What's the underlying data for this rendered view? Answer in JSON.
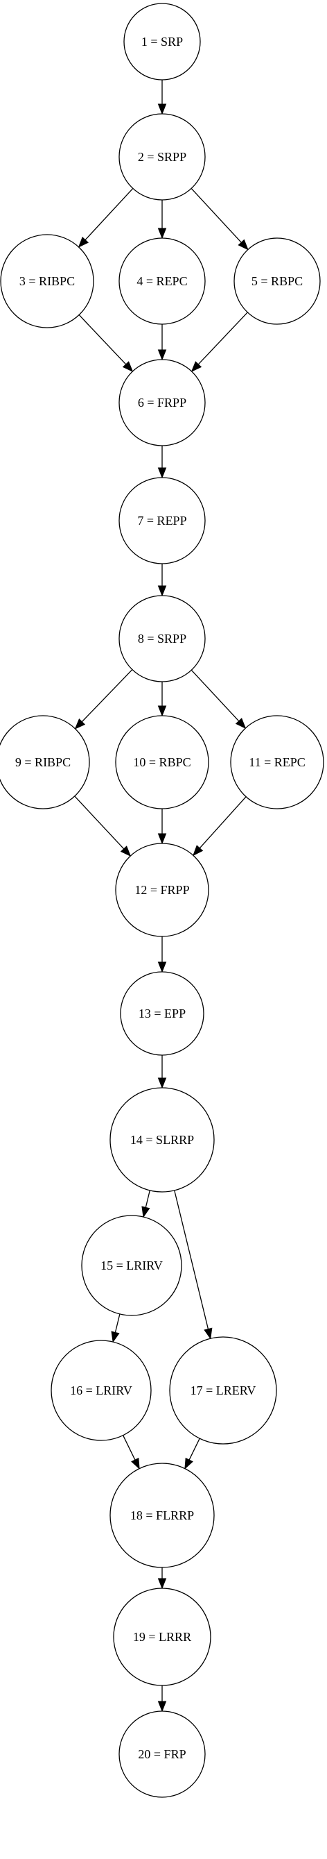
{
  "diagram": {
    "colors": {
      "stroke": "#000000",
      "fill": "#ffffff",
      "text": "#000000"
    },
    "nodes": [
      {
        "id": 1,
        "label": "1 = SRP"
      },
      {
        "id": 2,
        "label": "2 = SRPP"
      },
      {
        "id": 3,
        "label": "3 = RIBPC"
      },
      {
        "id": 4,
        "label": "4 = REPC"
      },
      {
        "id": 5,
        "label": "5 = RBPC"
      },
      {
        "id": 6,
        "label": "6 = FRPP"
      },
      {
        "id": 7,
        "label": "7 = REPP"
      },
      {
        "id": 8,
        "label": "8 = SRPP"
      },
      {
        "id": 9,
        "label": "9 = RIBPC"
      },
      {
        "id": 10,
        "label": "10 = RBPC"
      },
      {
        "id": 11,
        "label": "11 = REPC"
      },
      {
        "id": 12,
        "label": "12 = FRPP"
      },
      {
        "id": 13,
        "label": "13 = EPP"
      },
      {
        "id": 14,
        "label": "14 = SLRRP"
      },
      {
        "id": 15,
        "label": "15 = LRIRV"
      },
      {
        "id": 16,
        "label": "16 = LRIRV"
      },
      {
        "id": 17,
        "label": "17 = LRERV"
      },
      {
        "id": 18,
        "label": "18 = FLRRP"
      },
      {
        "id": 19,
        "label": "19 = LRRR"
      },
      {
        "id": 20,
        "label": "20 = FRP"
      }
    ],
    "edges": [
      {
        "from": 1,
        "to": 2
      },
      {
        "from": 2,
        "to": 3
      },
      {
        "from": 2,
        "to": 4
      },
      {
        "from": 2,
        "to": 5
      },
      {
        "from": 3,
        "to": 6
      },
      {
        "from": 4,
        "to": 6
      },
      {
        "from": 5,
        "to": 6
      },
      {
        "from": 6,
        "to": 7
      },
      {
        "from": 7,
        "to": 8
      },
      {
        "from": 8,
        "to": 9
      },
      {
        "from": 8,
        "to": 10
      },
      {
        "from": 8,
        "to": 11
      },
      {
        "from": 9,
        "to": 12
      },
      {
        "from": 10,
        "to": 12
      },
      {
        "from": 11,
        "to": 12
      },
      {
        "from": 12,
        "to": 13
      },
      {
        "from": 13,
        "to": 14
      },
      {
        "from": 14,
        "to": 15
      },
      {
        "from": 14,
        "to": 17
      },
      {
        "from": 15,
        "to": 16
      },
      {
        "from": 16,
        "to": 18
      },
      {
        "from": 17,
        "to": 18
      },
      {
        "from": 18,
        "to": 19
      },
      {
        "from": 19,
        "to": 20
      }
    ]
  }
}
